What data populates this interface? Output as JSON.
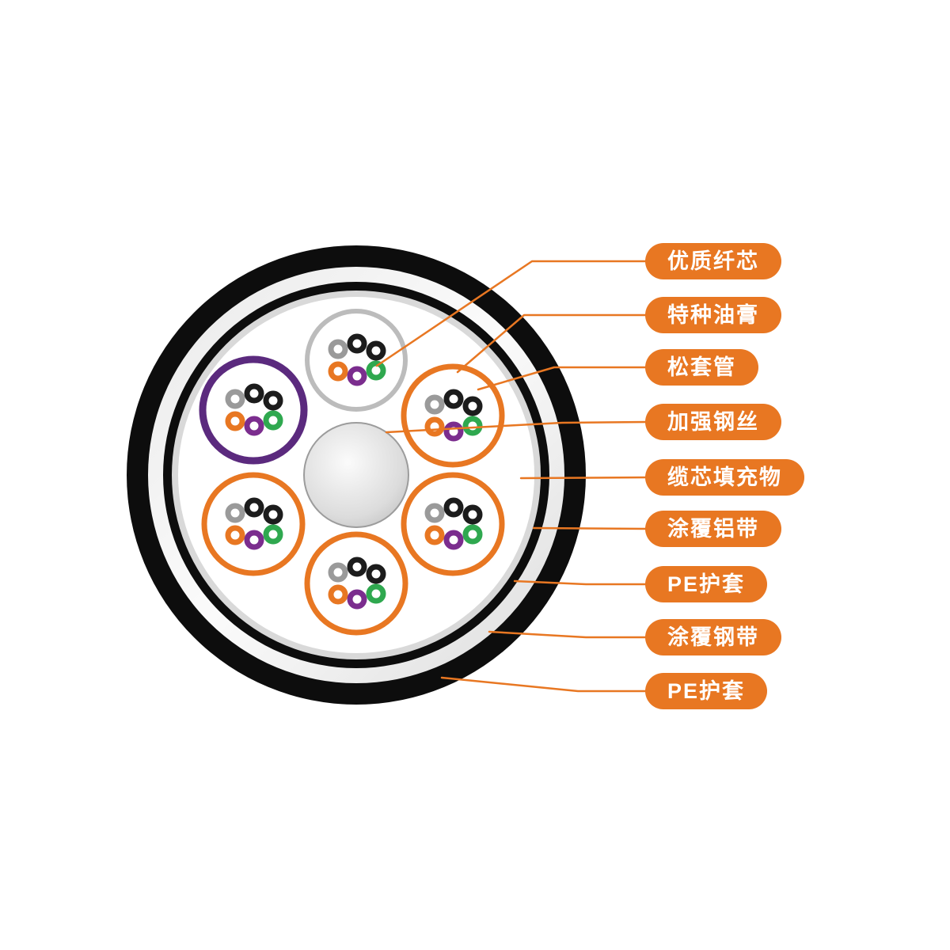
{
  "diagram": {
    "type": "fiber-optic-cable-cross-section",
    "labels": [
      {
        "text": "优质纤芯"
      },
      {
        "text": "特种油膏"
      },
      {
        "text": "松套管"
      },
      {
        "text": "加强钢丝"
      },
      {
        "text": "缆芯填充物"
      },
      {
        "text": "涂覆铝带"
      },
      {
        "text": "PE护套"
      },
      {
        "text": "涂覆钢带"
      },
      {
        "text": "PE护套"
      }
    ],
    "colors": {
      "label_bg": "#E87722",
      "label_text": "#FFFFFF",
      "leader_line": "#E87722",
      "pe_sheath_black": "#0D0D0D",
      "steel_tape_light": "#F0F0F0",
      "aluminum_tape_gray": "#D9D9D9",
      "core_filler_white": "#FFFFFF",
      "steel_wire_silver": "#CFCFCF",
      "loose_tube_orange": "#E87722",
      "loose_tube_purple": "#5B2A7E",
      "loose_tube_gray": "#BCBCBC",
      "fiber_gray": "#9A9A9A",
      "fiber_black": "#1C1C1C",
      "fiber_orange": "#E87722",
      "fiber_purple": "#7B2D8E",
      "fiber_green": "#2FA84F"
    }
  }
}
